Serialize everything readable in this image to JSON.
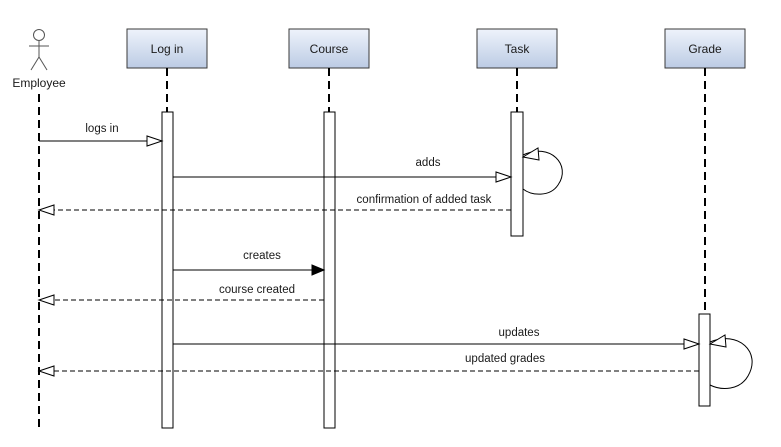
{
  "actor": {
    "label": "Employee"
  },
  "lifelines": [
    {
      "id": "login",
      "label": "Log in"
    },
    {
      "id": "course",
      "label": "Course"
    },
    {
      "id": "task",
      "label": "Task"
    },
    {
      "id": "grade",
      "label": "Grade"
    }
  ],
  "messages": [
    {
      "id": "logs-in",
      "label": "logs in",
      "from": "Employee",
      "to": "Log in",
      "kind": "async"
    },
    {
      "id": "adds",
      "label": "adds",
      "from": "Log in",
      "to": "Task",
      "kind": "async"
    },
    {
      "id": "confirmation",
      "label": "confirmation of added task",
      "from": "Task",
      "to": "Employee",
      "kind": "return"
    },
    {
      "id": "creates",
      "label": "creates",
      "from": "Log in",
      "to": "Course",
      "kind": "sync"
    },
    {
      "id": "course-created",
      "label": "course created",
      "from": "Course",
      "to": "Employee",
      "kind": "return"
    },
    {
      "id": "updates",
      "label": "updates",
      "from": "Log in",
      "to": "Grade",
      "kind": "async"
    },
    {
      "id": "updated-grades",
      "label": "updated grades",
      "from": "Grade",
      "to": "Employee",
      "kind": "return"
    }
  ],
  "colors": {
    "header_fill_top": "#e8eef8",
    "header_fill_bottom": "#c3d1e8",
    "header_stroke": "#3a3a3a",
    "line": "#000000"
  }
}
